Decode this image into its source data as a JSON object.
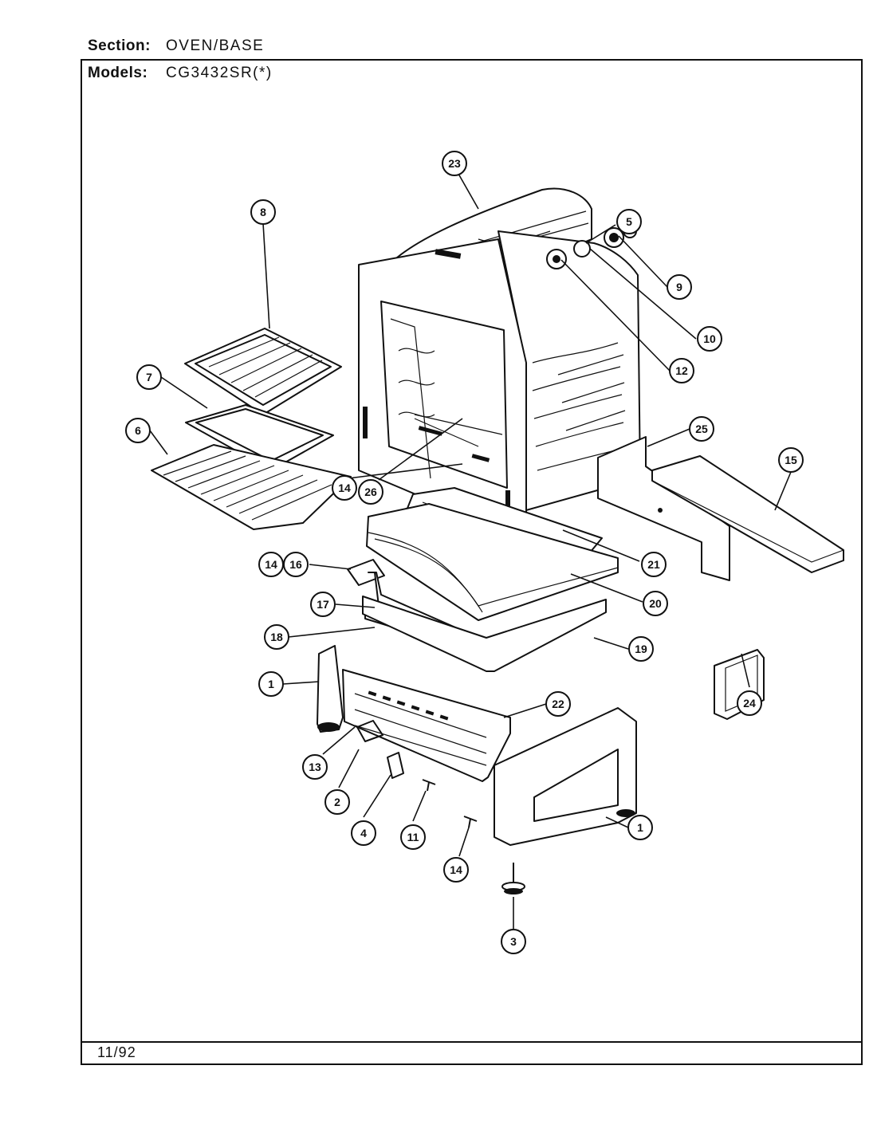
{
  "header": {
    "section_label": "Section:",
    "section_value": "OVEN/BASE",
    "models_label": "Models:",
    "models_value": "CG3432SR(*)"
  },
  "footer": {
    "date": "11/92"
  },
  "callouts": [
    "23",
    "5",
    "8",
    "9",
    "10",
    "12",
    "7",
    "6",
    "25",
    "15",
    "26",
    "14",
    "21",
    "14",
    "16",
    "20",
    "17",
    "18",
    "19",
    "1",
    "22",
    "24",
    "13",
    "2",
    "4",
    "11",
    "14",
    "1",
    "3"
  ]
}
